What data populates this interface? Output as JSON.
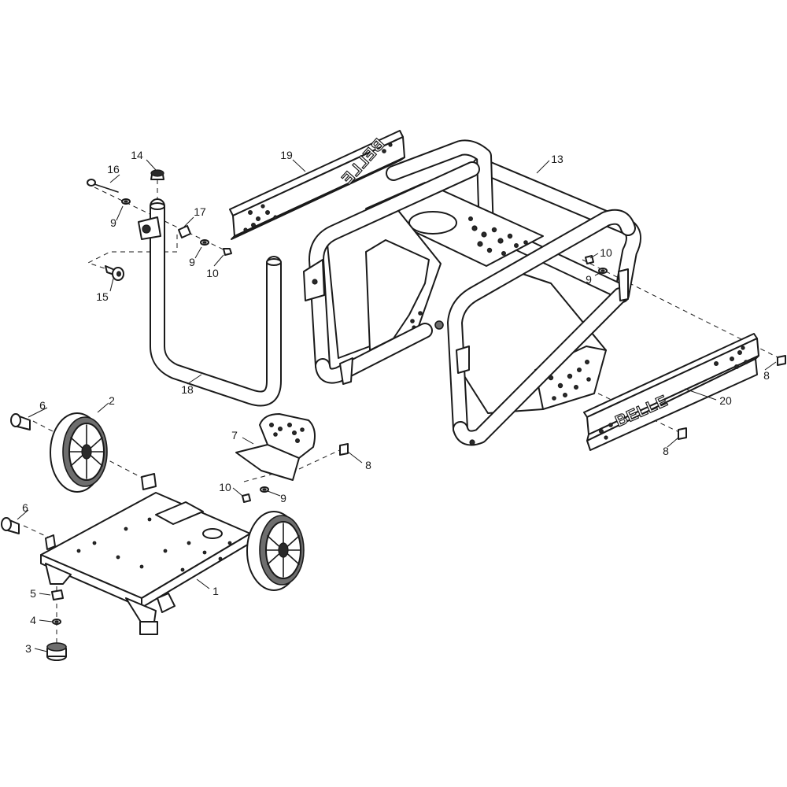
{
  "diagram": {
    "brand_text": "BELLE",
    "callouts": {
      "c1": "1",
      "c2": "2",
      "c3": "3",
      "c4": "4",
      "c5": "5",
      "c6a": "6",
      "c6b": "6",
      "c7": "7",
      "c8a": "8",
      "c8b": "8",
      "c8c": "8",
      "c9a": "9",
      "c9b": "9",
      "c9c": "9",
      "c9d": "9",
      "c10a": "10",
      "c10b": "10",
      "c10c": "10",
      "c13": "13",
      "c14": "14",
      "c15": "15",
      "c16": "16",
      "c17": "17",
      "c18": "18",
      "c19": "19",
      "c20": "20"
    }
  }
}
